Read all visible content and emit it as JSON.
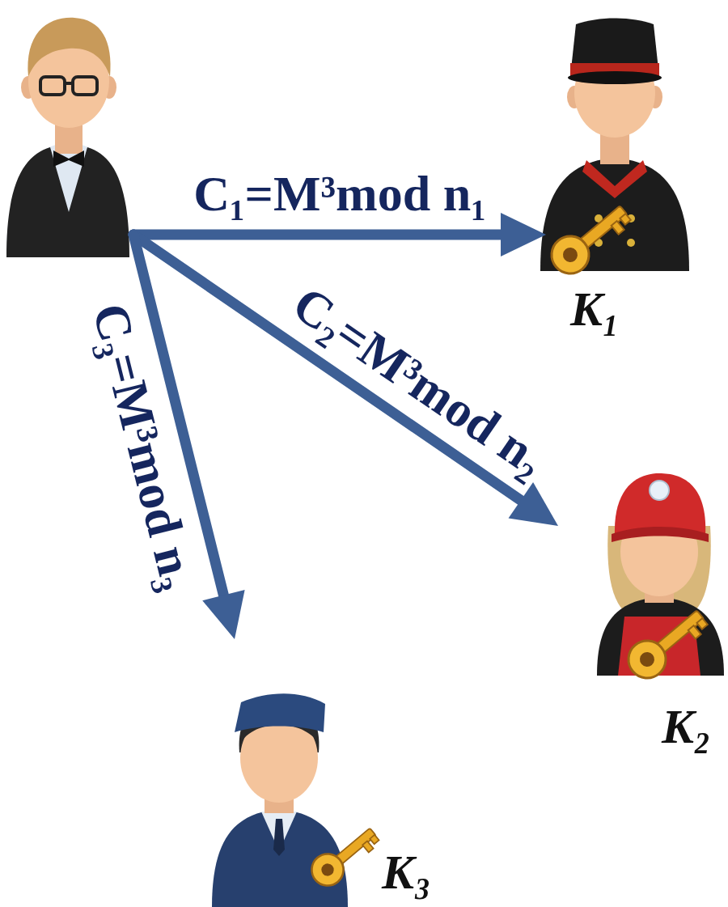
{
  "diagram": {
    "nodes": [
      {
        "text": []
      },
      {
        "text": [
          "K₁"
        ]
      },
      {
        "text": [
          "K₂"
        ]
      },
      {
        "text": [
          "K₃"
        ]
      }
    ],
    "edges": [
      {
        "from": 0,
        "to": 1,
        "arrow": "to",
        "label": "C₁=M³mod n₁"
      },
      {
        "from": 0,
        "to": 2,
        "arrow": "to",
        "label": "C₂=M³mod n₂"
      },
      {
        "from": 0,
        "to": 3,
        "arrow": "to",
        "label": "C₃=M³mod n₃"
      }
    ]
  }
}
